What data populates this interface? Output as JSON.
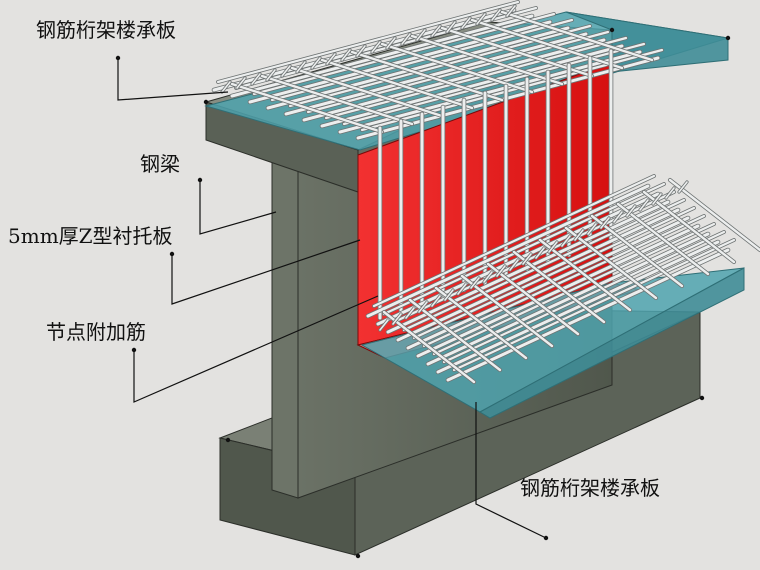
{
  "labels": {
    "top_deck": "钢筋桁架楼承板",
    "steel_beam": "钢梁",
    "z_support_plate": "5mm厚Z型衬托板",
    "joint_rebar": "节点附加筋",
    "bottom_deck": "钢筋桁架楼承板"
  },
  "colors": {
    "background": "#e3e2e0",
    "steel": "#5c6358",
    "steel_top": "#878d82",
    "support_plate": "#ea1a1a",
    "deck_sheet": "#4fa3ae",
    "rebar": "#eceeee",
    "leader_line": "#111111"
  }
}
